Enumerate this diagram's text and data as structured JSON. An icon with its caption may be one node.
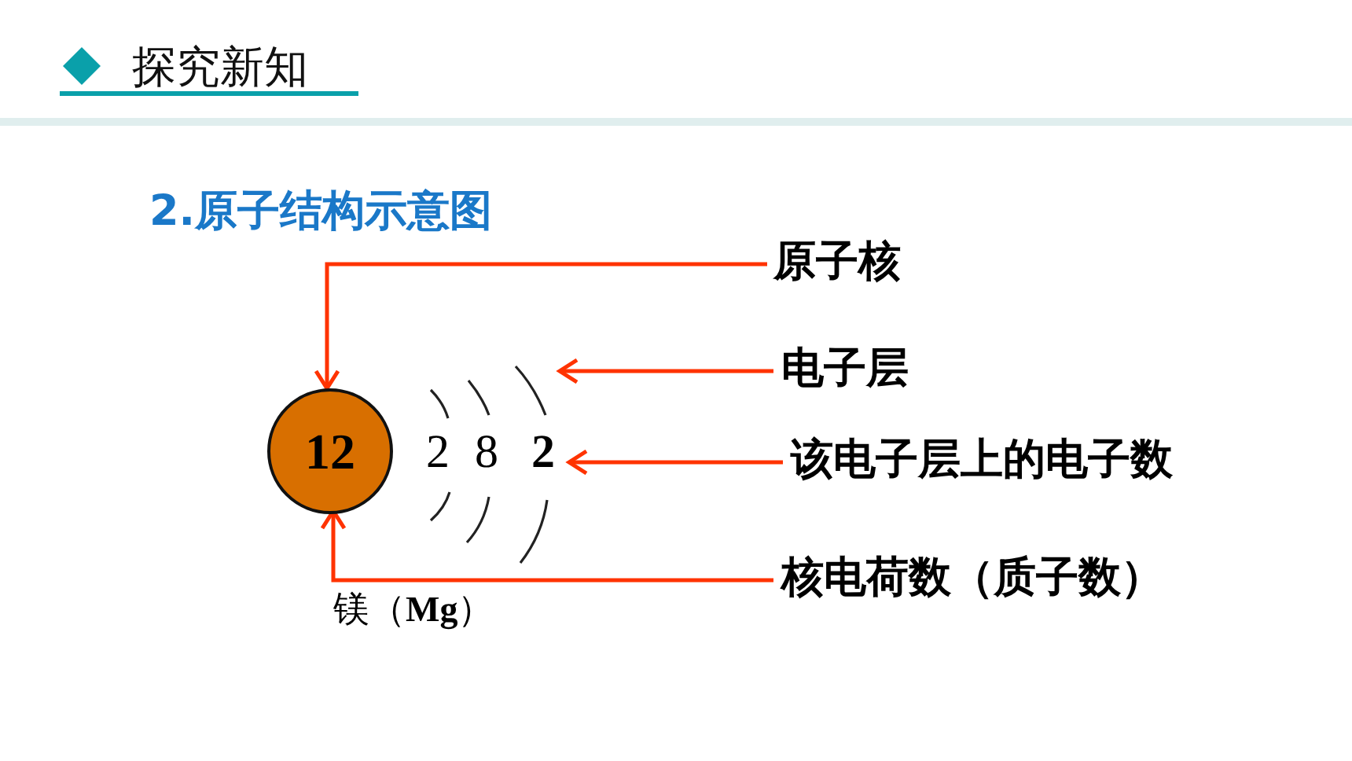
{
  "diagram": {
    "title": "2.原子结构示意图",
    "nodes": [
      {
        "text": [
          "原子核"
        ]
      },
      {
        "text": [
          "电子层"
        ]
      },
      {
        "text": [
          "该电子层上的电子数"
        ]
      },
      {
        "text": [
          "核电荷数（质子数）"
        ]
      },
      {
        "text": [
          "12"
        ]
      },
      {
        "text": [],
        "shape": "arc"
      },
      {
        "text": [
          "2"
        ]
      }
    ],
    "edges": [
      {
        "from": 0,
        "to": 4,
        "arrow": "to"
      },
      {
        "from": 1,
        "to": 5,
        "arrow": "to"
      },
      {
        "from": 2,
        "to": 6,
        "arrow": "to"
      },
      {
        "from": 3,
        "to": 4,
        "arrow": "to"
      }
    ],
    "labels": [
      "探究新知",
      "2",
      "8",
      "镁（**Mg**）"
    ]
  }
}
